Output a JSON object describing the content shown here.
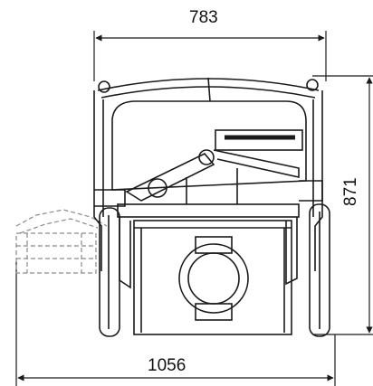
{
  "dimensions": {
    "top_width": "783",
    "right_height": "871",
    "bottom_width": "1056"
  },
  "colors": {
    "stroke": "#1a1a1a",
    "dashed": "#8a8a8a"
  }
}
